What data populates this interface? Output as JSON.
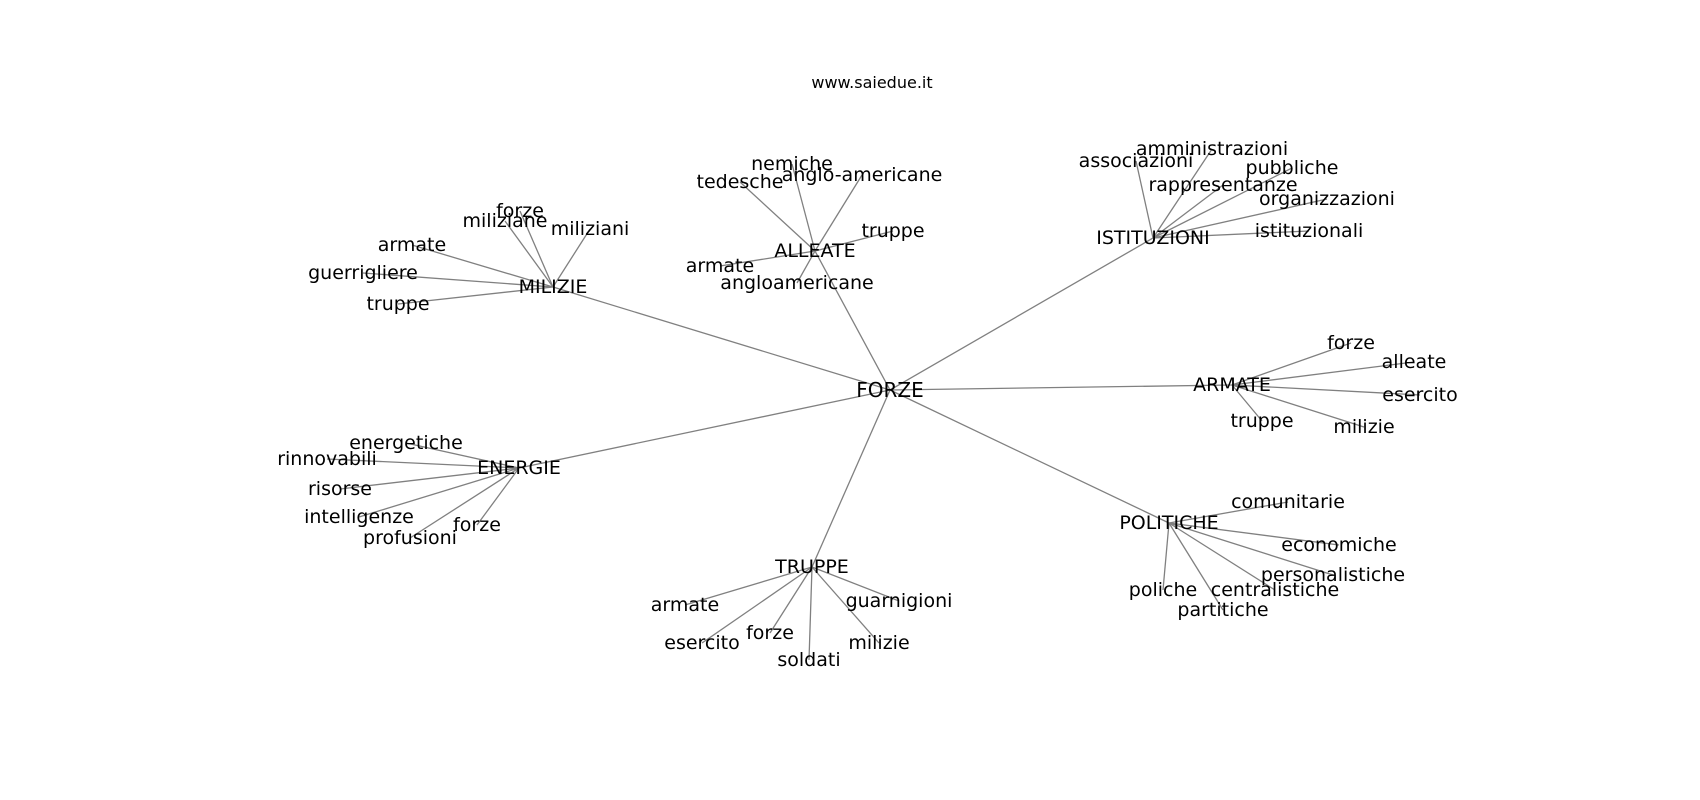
{
  "header": {
    "site": "www.saiedue.it"
  },
  "graph": {
    "root": "FORZE",
    "hubs": [
      {
        "id": "MILIZIE",
        "leaves": [
          "miliziane",
          "forze",
          "miliziani",
          "armate",
          "guerrigliere",
          "truppe"
        ]
      },
      {
        "id": "ALLEATE",
        "leaves": [
          "nemiche",
          "tedesche",
          "anglo-americane",
          "truppe",
          "armate",
          "angloamericane"
        ]
      },
      {
        "id": "ISTITUZIONI",
        "leaves": [
          "amministrazioni",
          "associazioni",
          "pubbliche",
          "rappresentanze",
          "organizzazioni",
          "istituzionali"
        ]
      },
      {
        "id": "ARMATE",
        "leaves": [
          "forze",
          "alleate",
          "esercito",
          "truppe",
          "milizie"
        ]
      },
      {
        "id": "POLITICHE",
        "leaves": [
          "comunitarie",
          "economiche",
          "personalistiche",
          "poliche",
          "centralistiche",
          "partitiche"
        ]
      },
      {
        "id": "TRUPPE",
        "leaves": [
          "armate",
          "guarnigioni",
          "forze",
          "esercito",
          "milizie",
          "soldati"
        ]
      },
      {
        "id": "ENERGIE",
        "leaves": [
          "energetiche",
          "rinnovabili",
          "risorse",
          "intelligenze",
          "forze",
          "profusioni"
        ]
      }
    ]
  }
}
